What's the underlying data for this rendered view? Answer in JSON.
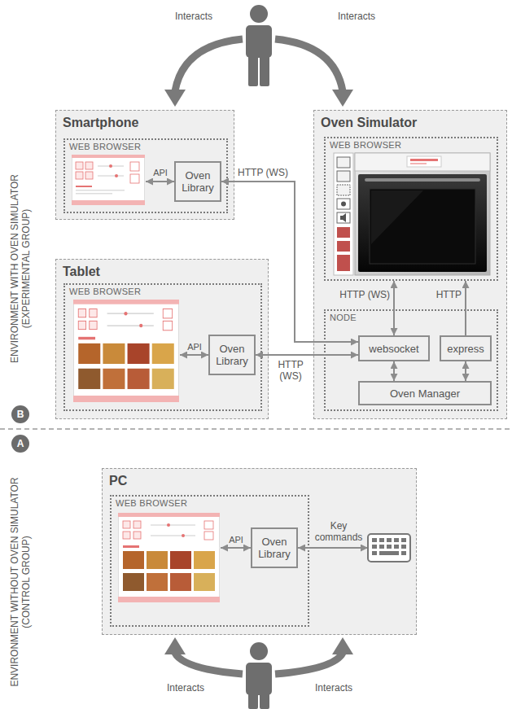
{
  "diagram": {
    "nodes": [
      {
        "text": [
          "Smartphone"
        ]
      },
      {
        "text": [
          "WEB BROWSER"
        ],
        "in": 0
      },
      {
        "text": [
          "Oven Library"
        ],
        "in": 1
      },
      {
        "text": [
          "Oven Simulator"
        ]
      },
      {
        "text": [
          "WEB BROWSER"
        ],
        "in": 3
      },
      {
        "text": [
          "Tablet"
        ]
      },
      {
        "text": [
          "WEB BROWSER"
        ],
        "in": 5
      },
      {
        "text": [
          "Oven Library"
        ],
        "in": 6
      },
      {
        "text": [
          "NODE"
        ],
        "in": 3
      },
      {
        "text": [
          "websocket"
        ],
        "in": 8
      },
      {
        "text": [
          "express"
        ],
        "in": 8
      },
      {
        "text": [
          "Oven Manager"
        ],
        "in": 8
      },
      {
        "text": [
          "B"
        ]
      },
      {
        "text": [
          "A"
        ]
      },
      {
        "text": [
          "PC"
        ]
      },
      {
        "text": [
          "WEB BROWSER"
        ],
        "in": 14
      },
      {
        "text": [
          "Oven Library"
        ],
        "in": 15
      }
    ],
    "edges": [
      {
        "from": 2,
        "to": 9,
        "arrow": "both",
        "label": "HTTP (WS)"
      },
      {
        "from": 7,
        "to": 9,
        "arrow": "both",
        "label": "HTTP (WS)"
      },
      {
        "from": 4,
        "to": 9,
        "arrow": "both",
        "label": "HTTP (WS)"
      },
      {
        "from": 10,
        "to": 4,
        "arrow": "to",
        "label": "HTTP"
      },
      {
        "from": 11,
        "to": 9,
        "arrow": "both"
      },
      {
        "from": 11,
        "to": 10,
        "arrow": "both"
      }
    ],
    "labels": [
      "Interacts",
      "Interacts",
      "API",
      "API",
      "ENVIRONMENT WITH OVEN SIMULATOR (EXPERIMENTAL GROUP)",
      "ENVIRONMENT WITHOUT OVEN SIMULATOR (CONTROL GROUP)",
      "API",
      "Key commands",
      "Interacts",
      "Interacts"
    ]
  }
}
